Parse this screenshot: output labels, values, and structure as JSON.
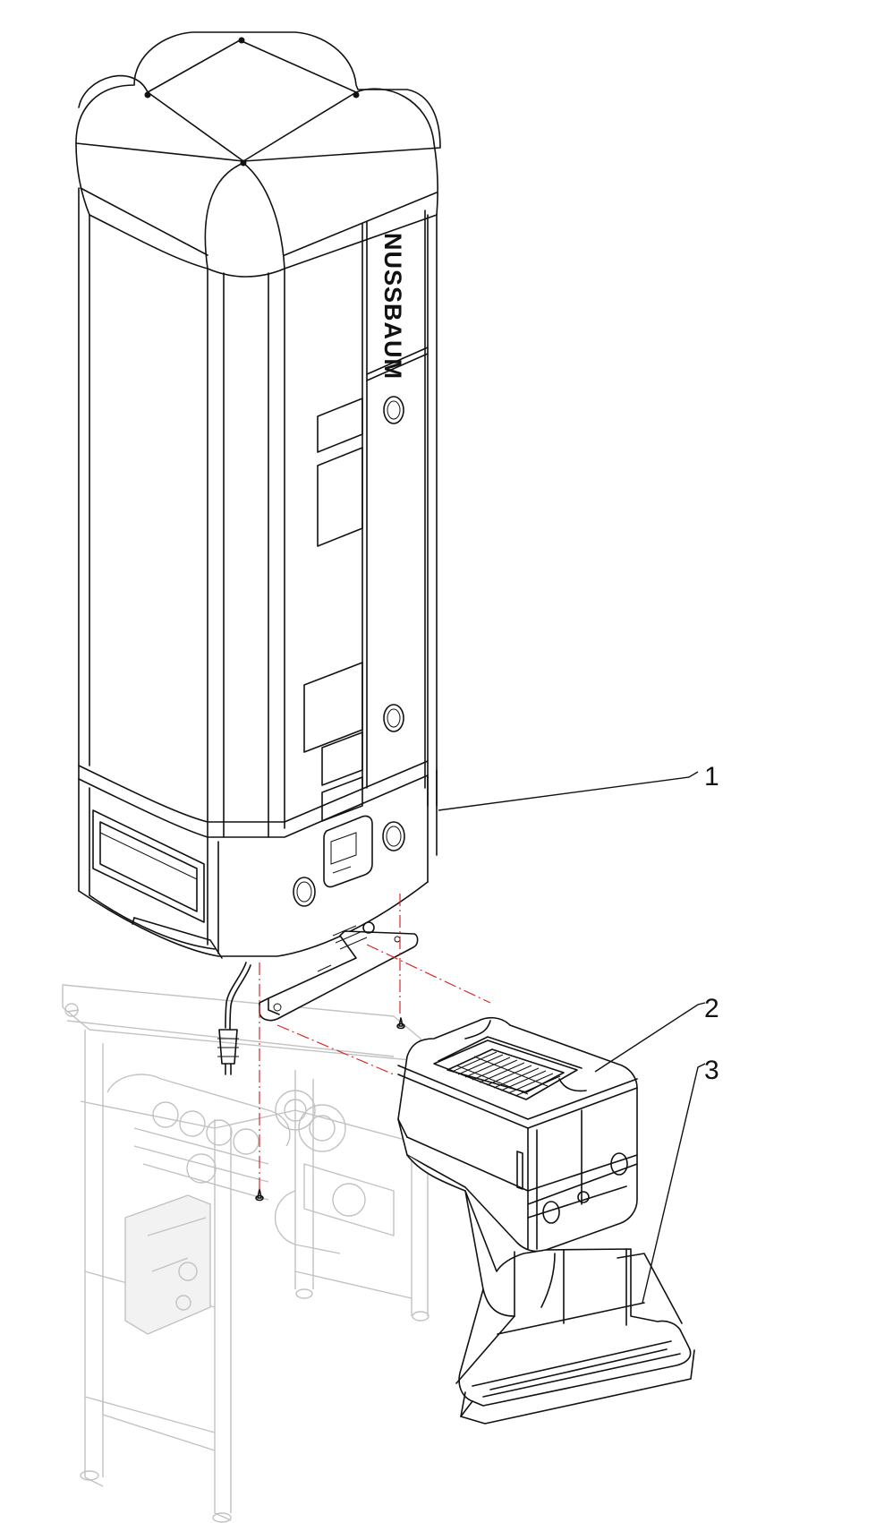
{
  "diagram": {
    "brand_text": "NUSSBAUM",
    "callouts": [
      {
        "number": "1"
      },
      {
        "number": "2"
      },
      {
        "number": "3"
      }
    ],
    "colors": {
      "line": "#111111",
      "ghost": "#c2c2c2",
      "assembly_path": "#d62b2b"
    }
  }
}
